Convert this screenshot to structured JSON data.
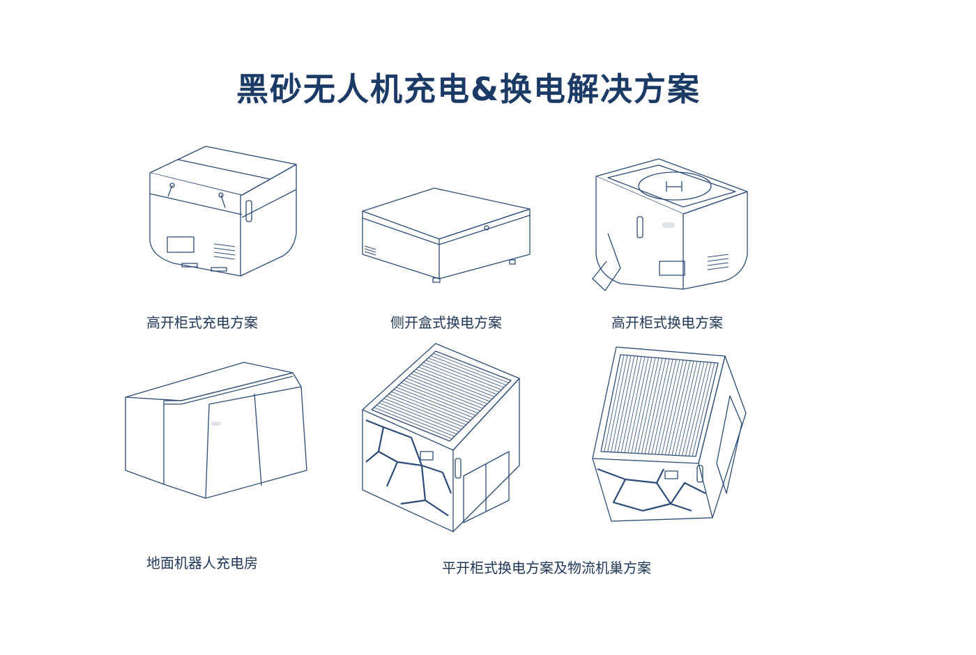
{
  "title": "黑砂无人机充电&换电解决方案",
  "products": [
    {
      "label": "高开柜式充电方案",
      "icon": "high-open-cabinet-charging-box-icon"
    },
    {
      "label": "侧开盒式换电方案",
      "icon": "side-open-box-battery-swap-icon"
    },
    {
      "label": "高开柜式换电方案",
      "icon": "high-open-cabinet-battery-swap-icon"
    },
    {
      "label": "地面机器人充电房",
      "icon": "ground-robot-charging-house-icon"
    },
    {
      "label": "平开柜式换电方案及物流机巢方案",
      "icon": "flat-open-cabinet-logistics-nest-icon"
    }
  ],
  "colors": {
    "line": "#2b4a78",
    "accent": "#1b3a66",
    "text": "#1e3658"
  }
}
